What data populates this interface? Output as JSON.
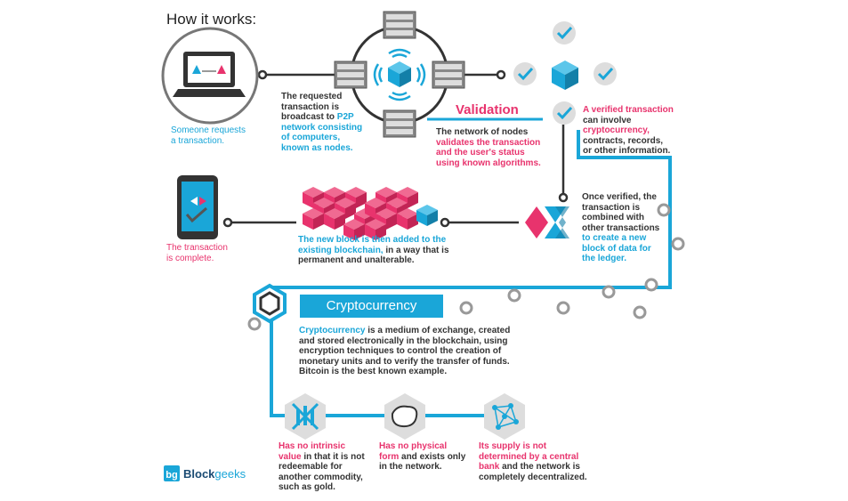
{
  "title": "How it works:",
  "step1": {
    "text": "Someone requests\na transaction."
  },
  "step2": {
    "pre": "The requested\ntransaction is\nbroadcast to ",
    "hl": "P2P\nnetwork consisting\nof computers,\nknown as nodes."
  },
  "validation": {
    "label": "Validation",
    "pre": "The network of nodes\n",
    "hl": "validates the transaction\nand the user's status\nusing known algorithms."
  },
  "verified": {
    "hl1": "A verified transaction",
    "mid1": "\ncan involve\n",
    "hl2": "cryptocurrency,",
    "post": "\ncontracts, records,\nor other information."
  },
  "combined": {
    "pre": "Once verified, the\ntransaction is\ncombined with\nother transactions\n",
    "hl": "to create a new\nblock of data for\nthe ledger."
  },
  "added": {
    "hl": "The new block is then added to the\nexisting blockchain,",
    "post": " in a way that is\npermanent and unalterable."
  },
  "complete": {
    "text": "The transaction\nis complete."
  },
  "crypto": {
    "label": "Cryptocurrency",
    "hl": "Cryptocurrency",
    "post": " is a medium of exchange, created\nand stored electronically in the blockchain, using\nencryption techniques to control the creation of\nmonetary units and to verify the transfer of funds.\nBitcoin is the best known example."
  },
  "prop1": {
    "hl": "Has no intrinsic\nvalue",
    "post": " in that it is not\nredeemable for\nanother commodity,\nsuch as gold."
  },
  "prop2": {
    "hl": "Has no physical\nform",
    "post": " and exists only\nin the network."
  },
  "prop3": {
    "hl": "Its supply is not\ndetermined by a central\nbank",
    "post": " and the network is\ncompletely decentralized."
  },
  "logo": {
    "bold": "Block",
    "light": "geeks",
    "mark": "bg"
  },
  "colors": {
    "blue": "#1aa6d8",
    "pink": "#e8336d",
    "dark": "#333333",
    "gray": "#888888",
    "navy": "#1a4b73"
  }
}
